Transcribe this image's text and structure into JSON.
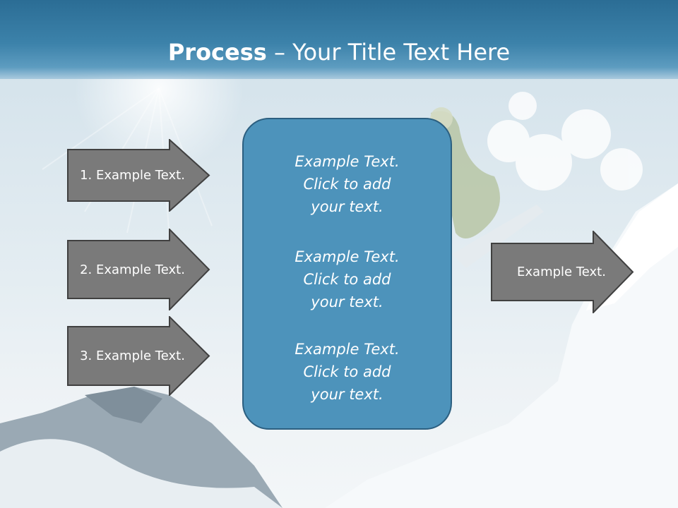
{
  "title": {
    "bold": "Process",
    "rest": " – Your Title Text Here"
  },
  "inputs": [
    {
      "label": "1. Example Text."
    },
    {
      "label": "2. Example Text."
    },
    {
      "label": "3. Example Text."
    }
  ],
  "center": {
    "paragraphs": [
      {
        "line1": "Example Text.",
        "line2": "Click  to add",
        "line3": "your text."
      },
      {
        "line1": "Example Text.",
        "line2": "Click  to add",
        "line3": "your text."
      },
      {
        "line1": "Example Text.",
        "line2": "Click  to add",
        "line3": "your text."
      }
    ]
  },
  "output": {
    "label": "Example Text."
  },
  "colors": {
    "header": "#3c82aa",
    "arrow_fill": "#7a7a7a",
    "arrow_border": "#404040",
    "box_fill": "#4d93bb",
    "box_border": "#2c5f80"
  }
}
